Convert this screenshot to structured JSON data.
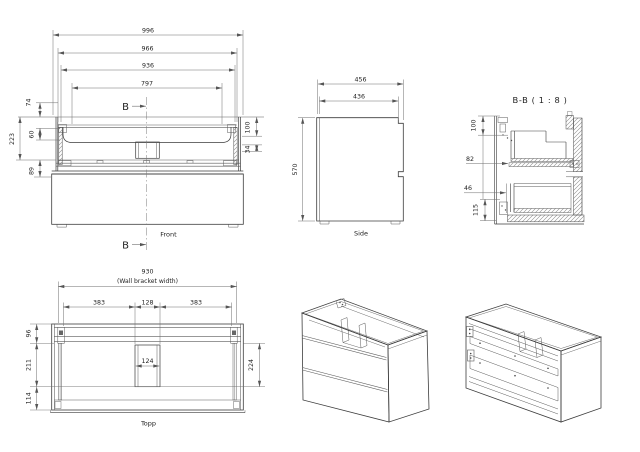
{
  "front_view": {
    "label": "Front",
    "section_letter": "B",
    "width_dims": [
      "996",
      "966",
      "936",
      "797"
    ],
    "left_dims": [
      "74",
      "223",
      "60",
      "89"
    ],
    "right_dims": [
      "100",
      "34"
    ]
  },
  "side_view": {
    "label": "Side",
    "top_dims": [
      "456",
      "436"
    ],
    "height_dim": "570"
  },
  "section_view": {
    "title": "B-B ( 1 : 8 )",
    "dims": [
      "100",
      "82",
      "46",
      "115"
    ]
  },
  "top_view": {
    "label": "Topp",
    "bracket_dim": "930",
    "bracket_note": "(Wall bracket width)",
    "segment_dims": [
      "383",
      "128",
      "383"
    ],
    "drain_dim": "124",
    "left_dims": [
      "96",
      "211",
      "114"
    ],
    "right_dim": "224"
  }
}
